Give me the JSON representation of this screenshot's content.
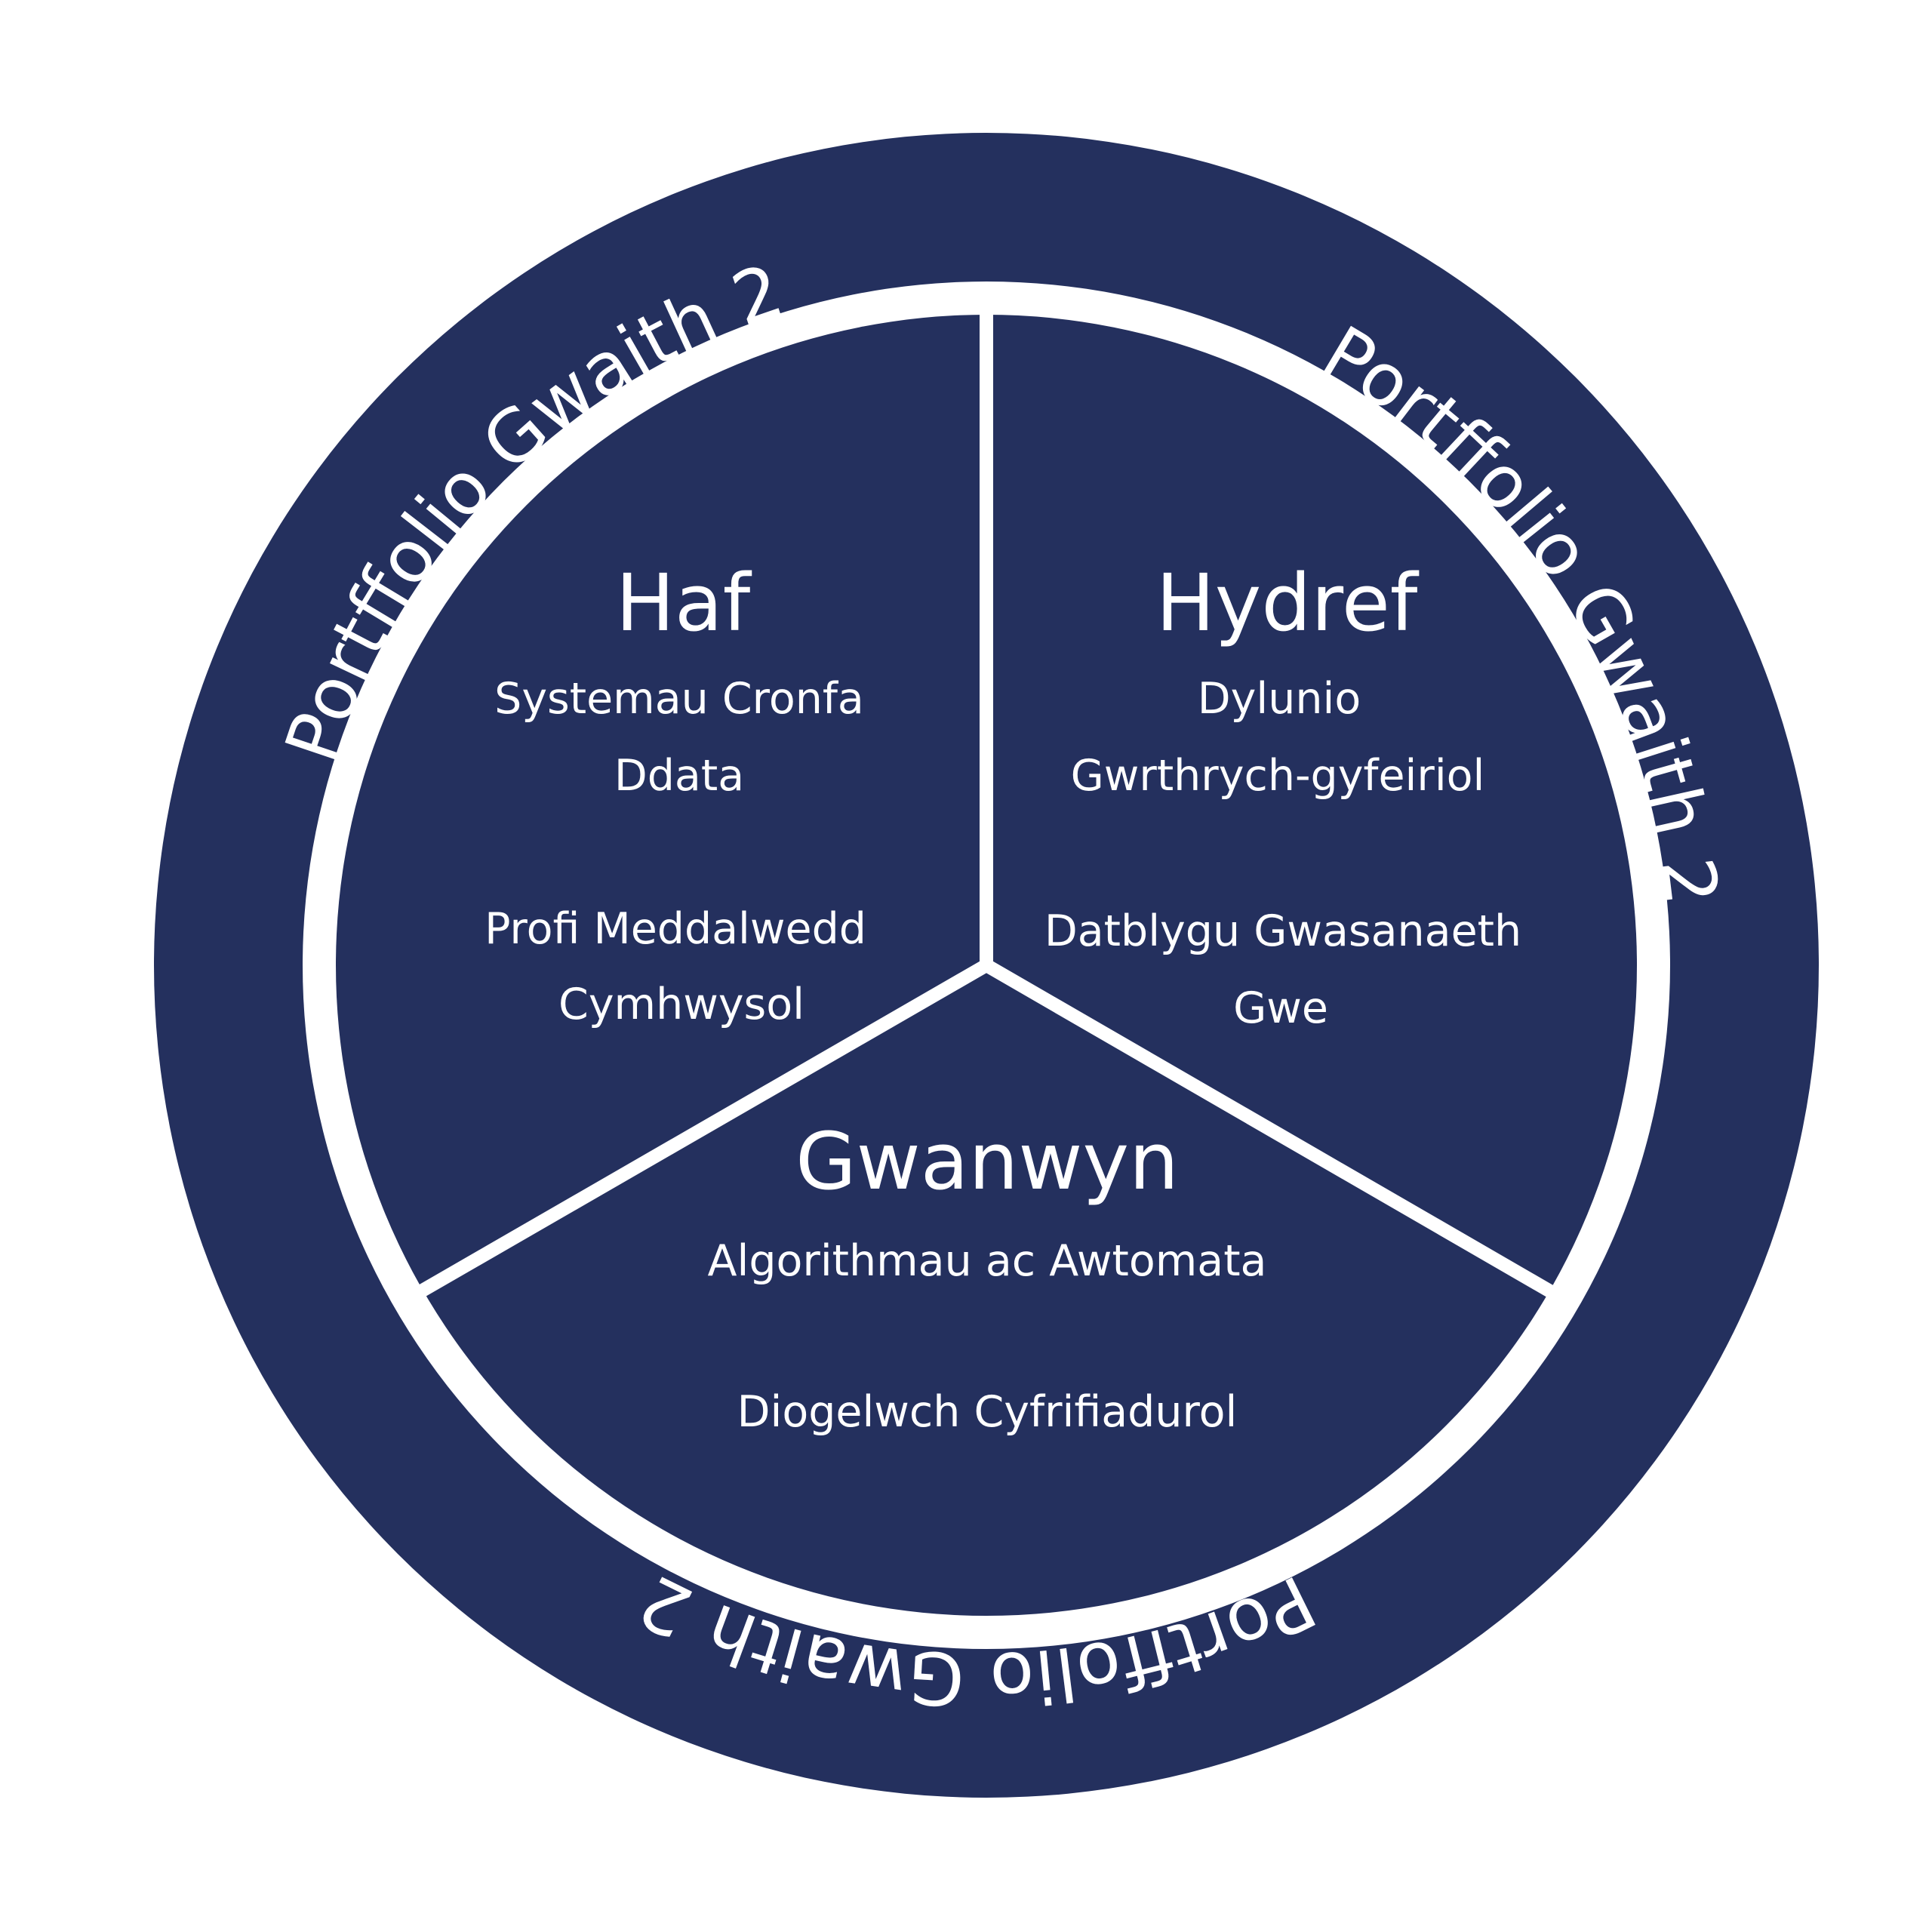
{
  "colors": {
    "navy": "#24305e",
    "white": "#ffffff"
  },
  "ring": {
    "label_top_left": "Portffolio Gwaith 2",
    "label_right": "Portffolio Gwaith 2",
    "label_bottom": "Portffolio Gwaith 2"
  },
  "segments": {
    "haf": {
      "title": "Haf",
      "module1_line1": "Systemau Cronfa",
      "module1_line2": "Ddata",
      "module2_line1": "Profi Meddalwedd",
      "module2_line2": "Cymhwysol"
    },
    "hydref": {
      "title": "Hydref",
      "module1_line1": "Dylunio",
      "module1_line2": "Gwrthrych-gyfeiriol",
      "module2_line1": "Datblygu Gwasanaeth",
      "module2_line2": "Gwe"
    },
    "gwanwyn": {
      "title": "Gwanwyn",
      "module1_line1": "Algorithmau ac Awtomata",
      "module2_line1": "Diogelwch Cyfrifiadurol"
    }
  }
}
